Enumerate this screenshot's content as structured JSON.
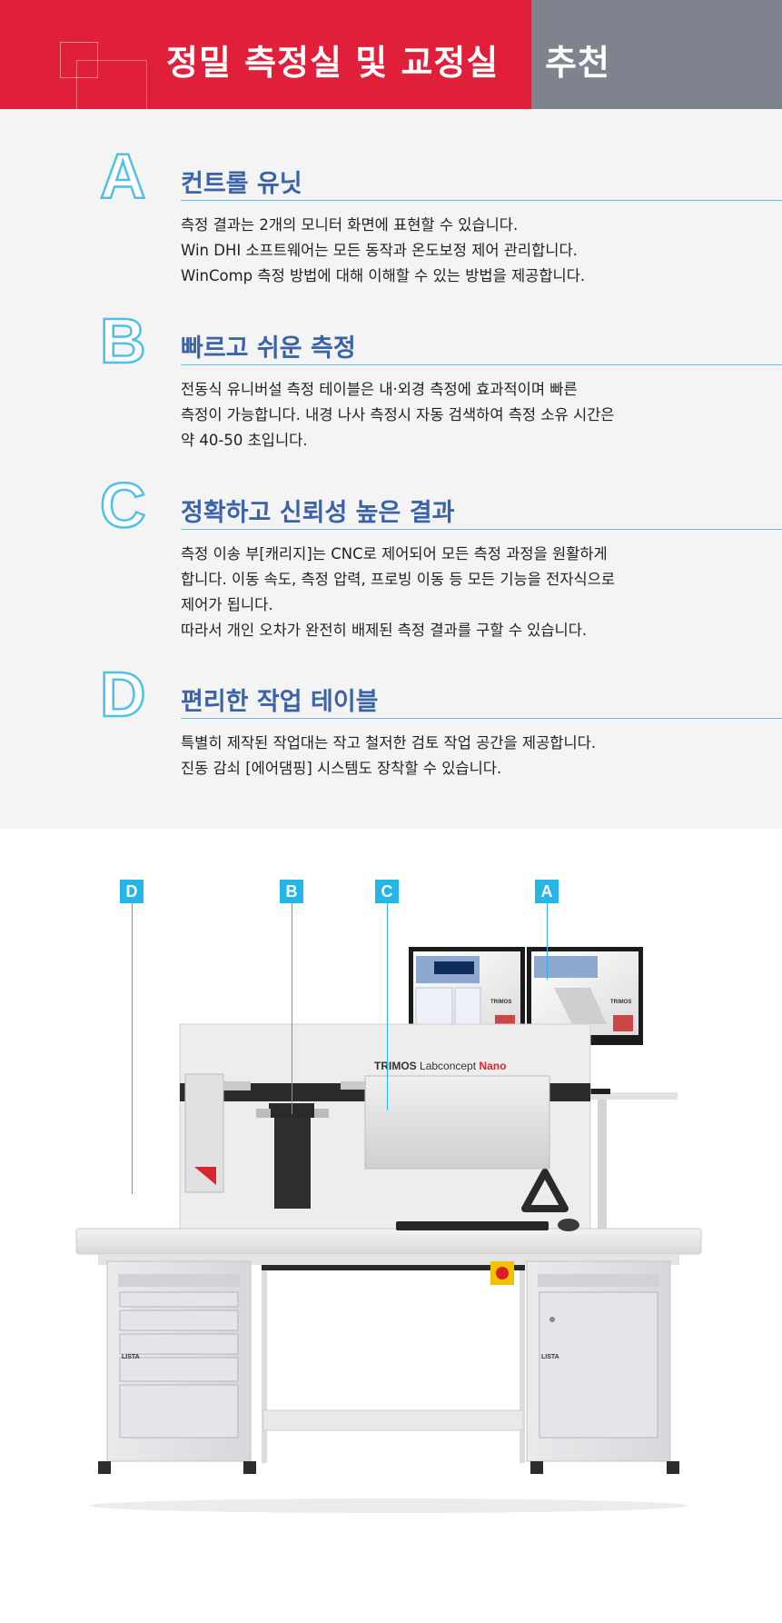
{
  "header": {
    "title": "정밀 측정실 및 교정실",
    "badge": "추천",
    "colors": {
      "red": "#e0203a",
      "gray": "#7f838d"
    }
  },
  "features": [
    {
      "letter": "A",
      "title": "컨트롤 유닛",
      "lines": [
        "측정 결과는 2개의 모니터 화면에 표현할 수 있습니다.",
        "Win DHI 소프트웨어는 모든 동작과 온도보정 제어 관리합니다.",
        "WinComp 측정 방법에 대해 이해할 수 있는 방법을 제공합니다."
      ]
    },
    {
      "letter": "B",
      "title": "빠르고 쉬운 측정",
      "lines": [
        "전동식 유니버설 측정 테이블은 내·외경 측정에 효과적이며 빠른",
        "측정이 가능합니다. 내경 나사 측정시 자동 검색하여 측정 소유 시간은",
        "약 40-50 초입니다."
      ]
    },
    {
      "letter": "C",
      "title": "정확하고 신뢰성 높은 결과",
      "lines": [
        "측정 이송 부[캐리지]는 CNC로 제어되어 모든 측정 과정을 원활하게",
        "합니다. 이동 속도, 측정 압력, 프로빙 이동 등 모든 기능을 전자식으로",
        "제어가 됩니다.",
        "따라서 개인 오차가 완전히 배제된 측정 결과를 구할 수 있습니다."
      ]
    },
    {
      "letter": "D",
      "title": "편리한 작업 테이블",
      "lines": [
        "특별히 제작된 작업대는 작고 철저한 검토 작업 공간을 제공합니다.",
        "진동 감쇠 [에어댐핑] 시스템도 장착할 수 있습니다."
      ]
    }
  ],
  "illustration": {
    "callouts": [
      "D",
      "B",
      "C",
      "A"
    ],
    "machine_brand": "TRIMOS",
    "machine_model": "Labconcept",
    "machine_variant": "Nano",
    "monitor_brand": "TRIMOS",
    "desk_brand": "LISTA",
    "accent_color": "#24b6e8"
  }
}
